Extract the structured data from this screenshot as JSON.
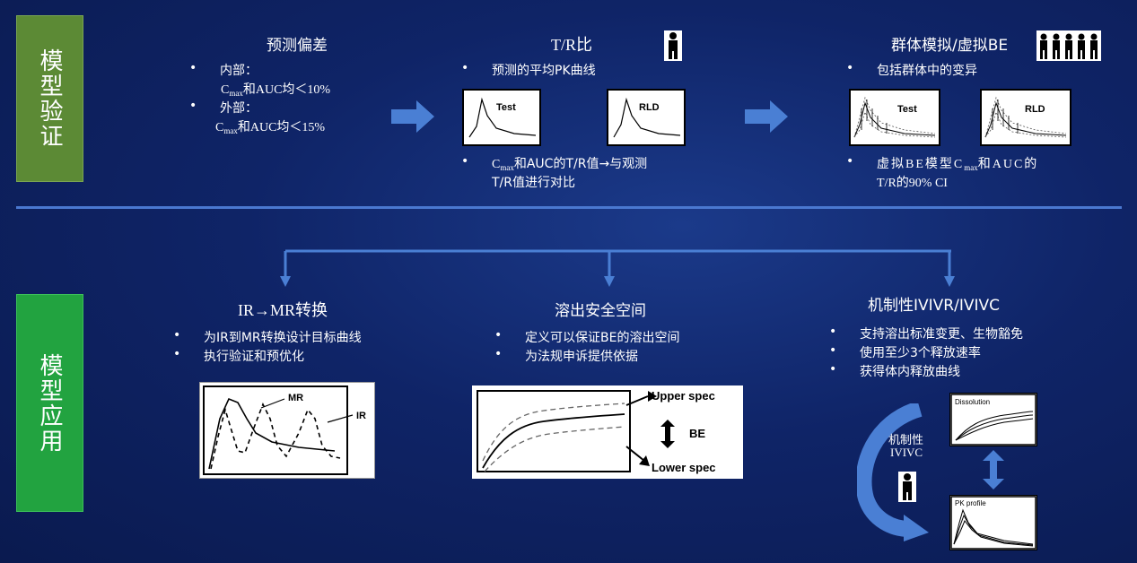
{
  "side": {
    "top": "模型验证",
    "bottom": "模型应用"
  },
  "validation": {
    "col1": {
      "title": "预测偏差",
      "b1": "内部：",
      "b1_sub_c": "C",
      "b1_sub_max": "max",
      "b1_sub_rest": "和AUC均＜10%",
      "b2": "外部：",
      "b2_sub_c": "C",
      "b2_sub_max": "max",
      "b2_sub_rest": "和AUC均＜15%"
    },
    "col2": {
      "title": "T/R比",
      "b1": "预测的平均PK曲线",
      "panel_test": "Test",
      "panel_rld": "RLD",
      "b2_c": "C",
      "b2_max": "max",
      "b2_rest": "和AUC的T/R值→与观测",
      "b2_line2": "T/R值进行对比"
    },
    "col3": {
      "title": "群体模拟/虚拟BE",
      "b1": "包括群体中的变异",
      "panel_test": "Test",
      "panel_rld": "RLD",
      "b2_a": "虚拟BE模型C",
      "b2_max": "max",
      "b2_b": "和AUC的",
      "b2_line2": "T/R的90% CI"
    }
  },
  "application": {
    "col1": {
      "title": "IR→MR转换",
      "b1": "为IR到MR转换设计目标曲线",
      "b2": "执行验证和预优化",
      "label_mr": "MR",
      "label_ir": "IR"
    },
    "col2": {
      "title": "溶出安全空间",
      "b1": "定义可以保证BE的溶出空间",
      "b2": "为法规申诉提供依据",
      "upper": "Upper spec",
      "be": "BE",
      "lower": "Lower spec"
    },
    "col3": {
      "title": "机制性IVIVR/IVIVC",
      "b1": "支持溶出标准变更、生物豁免",
      "b2": "使用至少3个释放速率",
      "b3": "获得体内释放曲线",
      "ivivc_label_1": "机制性",
      "ivivc_label_2": "IVIVC",
      "dissolution": "Dissolution",
      "pk_profile": "PK profile"
    }
  },
  "bullet_char": "•",
  "colors": {
    "top_label_bg": "#5c8a35",
    "bottom_label_bg": "#22a340",
    "arrow": "#4a7fd4",
    "divider": "#4a78d0"
  }
}
